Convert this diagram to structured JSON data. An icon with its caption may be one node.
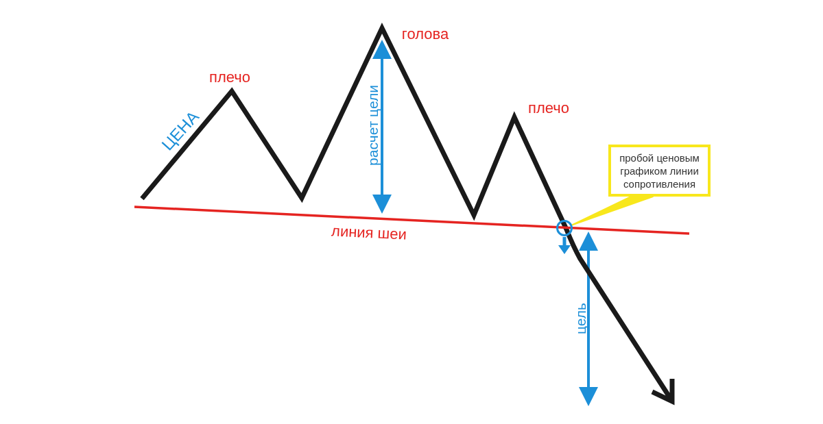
{
  "diagram": {
    "nodes": [
      {
        "text": [
          "пробой ценовым графиком линии сопротивления"
        ]
      },
      {
        "text": [],
        "shape": "circle"
      }
    ],
    "edges": [
      {
        "from": 0,
        "to": 1,
        "arrow": "none",
        "color": "#f8e71c"
      }
    ],
    "labels": [
      "ЦЕНА",
      "плечо",
      "голова",
      "расчет цели",
      "плечо",
      "линия шеи",
      "цель"
    ]
  }
}
